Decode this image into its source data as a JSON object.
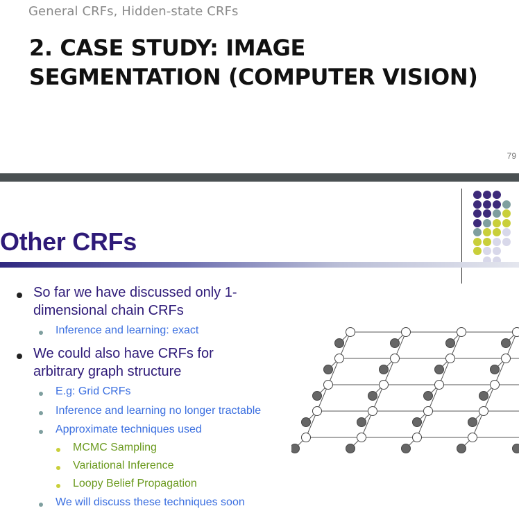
{
  "top_slide": {
    "breadcrumb": "General CRFs, Hidden-state CRFs",
    "title_line1": "2. CASE STUDY: IMAGE",
    "title_line2": "SEGMENTATION (COMPUTER VISION)",
    "page_number": "79"
  },
  "slide": {
    "title": "Other CRFs",
    "bullets": [
      {
        "text": "So far we have discussed only 1-"
      },
      {
        "text": "dimensional chain CRFs"
      },
      {
        "text": "Inference and learning: exact"
      },
      {
        "text": "We could also have CRFs for"
      },
      {
        "text": "arbitrary graph structure"
      },
      {
        "text": "E.g: Grid CRFs"
      },
      {
        "text": "Inference and learning no longer tractable"
      },
      {
        "text": "Approximate techniques used"
      },
      {
        "text": "MCMC Sampling"
      },
      {
        "text": "Variational Inference"
      },
      {
        "text": "Loopy Belief Propagation"
      },
      {
        "text": "We will discuss these techniques soon"
      }
    ]
  },
  "colors": {
    "title": "#2e1a78",
    "level1_text": "#2e1a78",
    "level2_text": "#3b6fe0",
    "level3_text": "#6b9a1f",
    "dot_purple": "#3d2a7a",
    "dot_teal": "#7f9f9f",
    "dot_yellow": "#c9cf3a",
    "dot_lavender": "#d8d8ea",
    "hidden_node": "#666666",
    "observed_node": "#ffffff"
  },
  "diagram": {
    "type": "grid-crf",
    "rows": 5,
    "cols": 5,
    "observed_node_icon": "white-circle",
    "hidden_node_icon": "gray-circle"
  }
}
